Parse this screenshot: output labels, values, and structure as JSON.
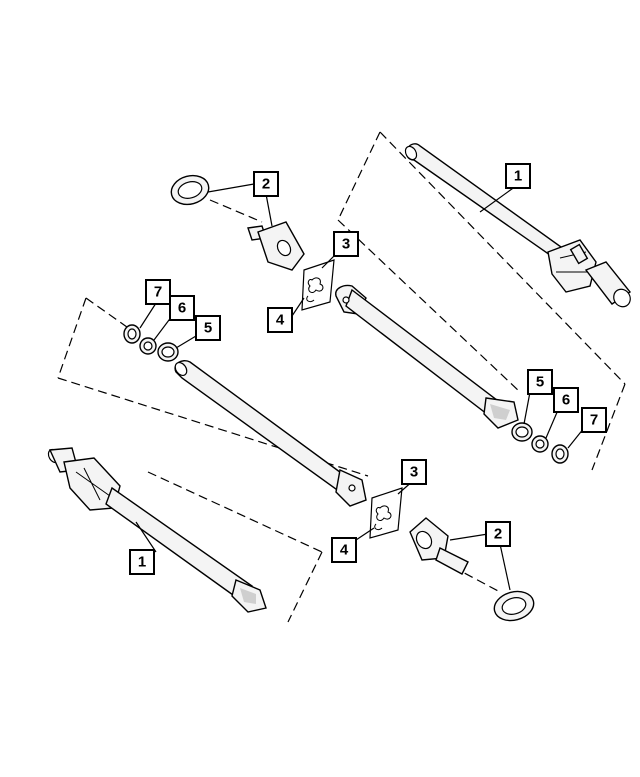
{
  "callouts": {
    "right_shaft": "1",
    "left_shaft": "1",
    "upper_seal": "2",
    "lower_seal": "2",
    "upper_bearing": "3",
    "lower_bearing": "3",
    "upper_clip": "4",
    "lower_clip": "4",
    "left_5": "5",
    "left_6": "6",
    "left_7": "7",
    "right_5": "5",
    "right_6": "6",
    "right_7": "7"
  }
}
